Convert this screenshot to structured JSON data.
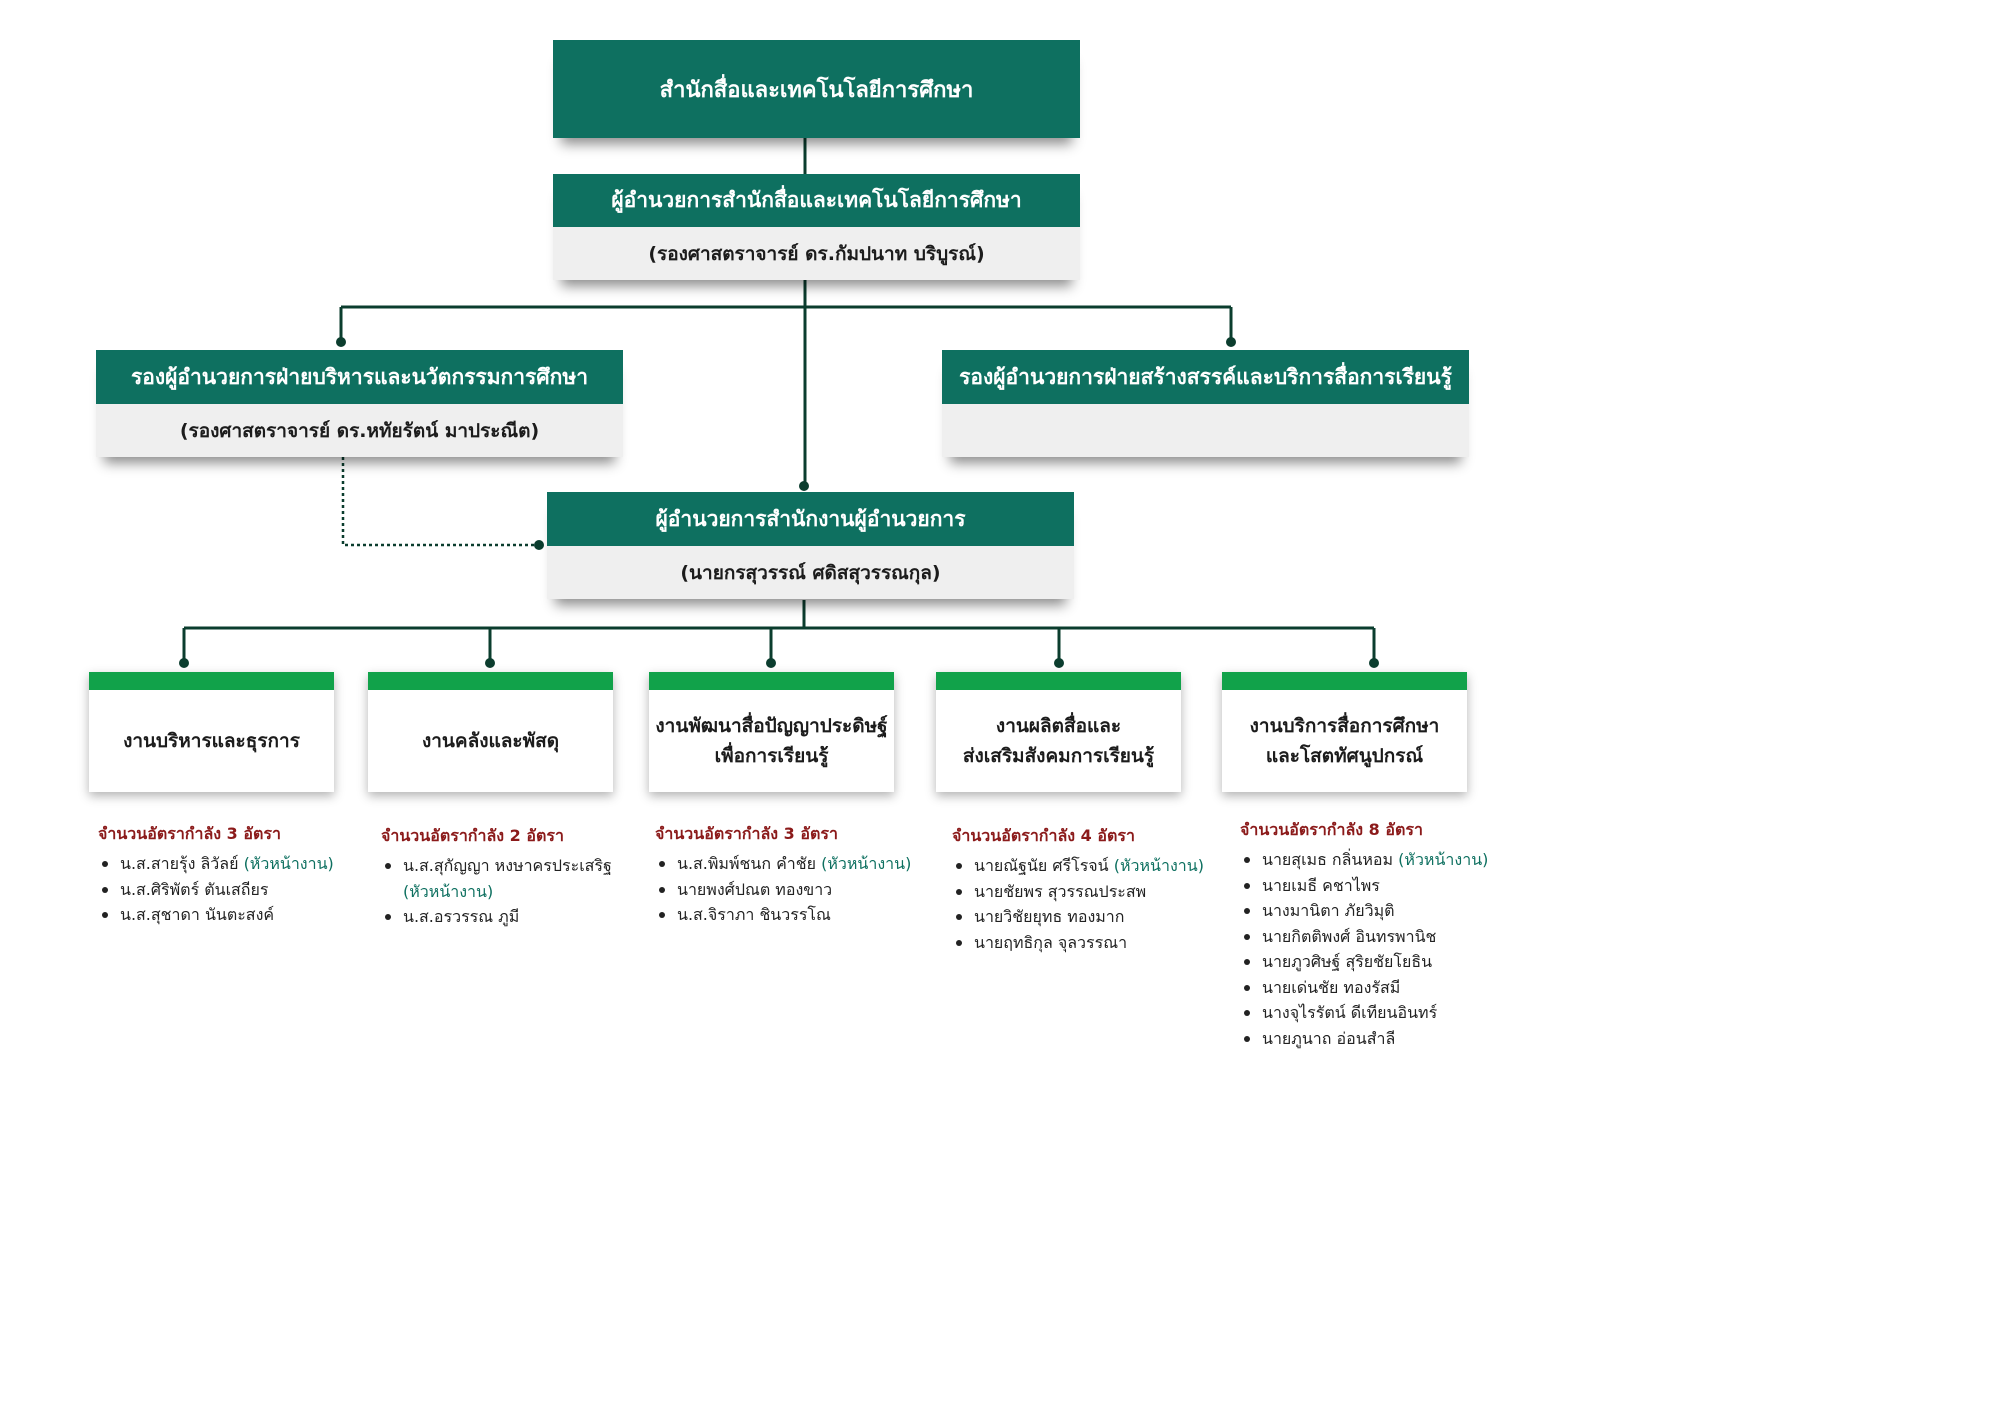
{
  "colors": {
    "header": "#0e7060",
    "unit_bar": "#11a24a",
    "count_text": "#8b1a1a",
    "connector": "#0b3d2e"
  },
  "office": {
    "title": "สำนักสื่อและเทคโนโลยีการศึกษา"
  },
  "director": {
    "title": "ผู้อำนวยการสำนักสื่อและเทคโนโลยีการศึกษา",
    "name": "(รองศาสตราจารย์ ดร.กัมปนาท บริบูรณ์)"
  },
  "deputy_admin": {
    "title": "รองผู้อำนวยการฝ่ายบริหารและนวัตกรรมการศึกษา",
    "name": "(รองศาสตราจารย์ ดร.หทัยรัตน์  มาประณีต)"
  },
  "deputy_creative": {
    "title": "รองผู้อำนวยการฝ่ายสร้างสรรค์และบริการสื่อการเรียนรู้",
    "name": ""
  },
  "office_director": {
    "title": "ผู้อำนวยการสำนักงานผู้อำนวยการ",
    "name": "(นายกรสุวรรณ์  ศดิสสุวรรณกุล)"
  },
  "head_label": "(หัวหน้างาน)",
  "units": [
    {
      "title": "งานบริหารและธุรการ",
      "count": "จำนวนอัตรากำลัง 3 อัตรา",
      "staff": [
        {
          "name": "น.ส.สายรุ้ง ลิวัลย์",
          "is_head": true
        },
        {
          "name": "น.ส.ศิริพัตร์ ตันเสถียร",
          "is_head": false
        },
        {
          "name": "น.ส.สุชาดา  นันตะสงค์",
          "is_head": false
        }
      ]
    },
    {
      "title": "งานคลังและพัสดุ",
      "count": "จำนวนอัตรากำลัง 2 อัตรา",
      "staff": [
        {
          "name": "น.ส.สุกัญญา หงษาครประเสริฐ",
          "is_head": true
        },
        {
          "name": "น.ส.อรวรรณ  ภูมี",
          "is_head": false
        }
      ]
    },
    {
      "title": "งานพัฒนาสื่อปัญญาประดิษฐ์\nเพื่อการเรียนรู้",
      "count": "จำนวนอัตรากำลัง 3 อัตรา",
      "staff": [
        {
          "name": "น.ส.พิมพ์ชนก คำชัย",
          "is_head": true
        },
        {
          "name": "นายพงศ์ปณต  ทองขาว",
          "is_head": false
        },
        {
          "name": "น.ส.จิราภา  ชินวรรโณ",
          "is_head": false
        }
      ]
    },
    {
      "title": "งานผลิตสื่อและ\nส่งเสริมสังคมการเรียนรู้",
      "count": "จำนวนอัตรากำลัง 4 อัตรา",
      "staff": [
        {
          "name": "นายณัฐนัย ศรีโรจน์",
          "is_head": true
        },
        {
          "name": "นายชัยพร  สุวรรณประสพ",
          "is_head": false
        },
        {
          "name": "นายวิชัยยุทธ  ทองมาก",
          "is_head": false
        },
        {
          "name": "นายฤทธิกุล  จุลวรรณา",
          "is_head": false
        }
      ]
    },
    {
      "title": "งานบริการสื่อการศึกษา\nและโสตทัศนูปกรณ์",
      "count": "จำนวนอัตรากำลัง 8 อัตรา",
      "staff": [
        {
          "name": "นายสุเมธ กลิ่นหอม",
          "is_head": true
        },
        {
          "name": "นายเมธี  คชาไพร",
          "is_head": false
        },
        {
          "name": "นางมานิตา  ภัยวิมุติ",
          "is_head": false
        },
        {
          "name": "นายกิตติพงศ์  อินทรพานิช",
          "is_head": false
        },
        {
          "name": "นายภูวศิษฐ์   สุริยชัยโยธิน",
          "is_head": false
        },
        {
          "name": "นายเด่นชัย  ทองรัสมี",
          "is_head": false
        },
        {
          "name": "นางจุไรรัตน์  ดีเทียนอินทร์",
          "is_head": false
        },
        {
          "name": "นายภูนาถ  อ่อนสำลี",
          "is_head": false
        }
      ]
    }
  ]
}
